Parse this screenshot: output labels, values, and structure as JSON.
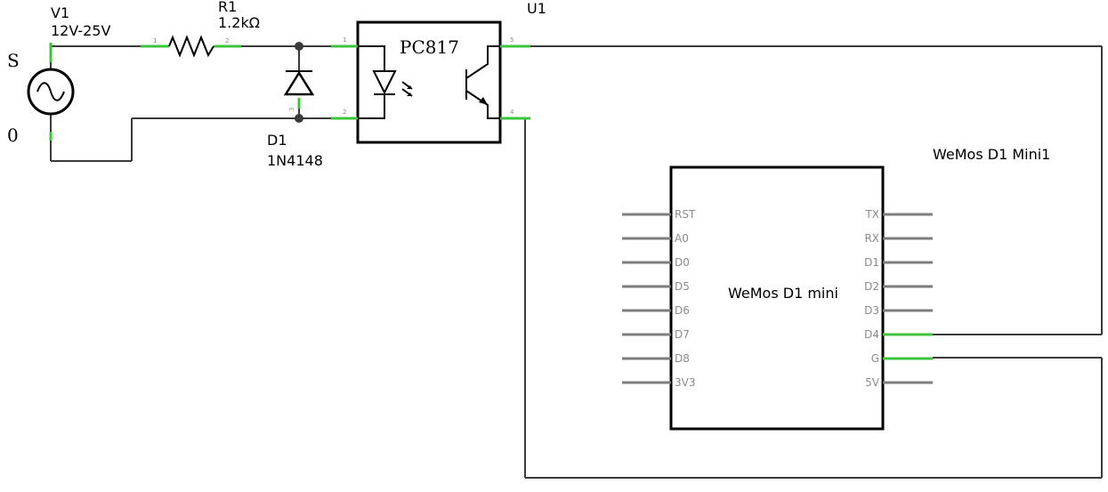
{
  "source": {
    "name": "V1",
    "value": "12V-25V",
    "terminal_top": "S",
    "terminal_bottom": "0"
  },
  "resistor": {
    "name": "R1",
    "value": "1.2kΩ",
    "pin_left": "1",
    "pin_right": "2"
  },
  "diode": {
    "name": "D1",
    "part": "1N4148",
    "pin": "3"
  },
  "optocoupler": {
    "name": "U1",
    "part": "PC817",
    "pins": [
      "1",
      "2",
      "5",
      "4"
    ]
  },
  "board": {
    "name": "WeMos D1 Mini1",
    "label": "WeMos D1 mini",
    "left_pins": [
      "RST",
      "A0",
      "D0",
      "D5",
      "D6",
      "D7",
      "D8",
      "3V3"
    ],
    "right_pins": [
      "TX",
      "RX",
      "D1",
      "D2",
      "D3",
      "D4",
      "G",
      "5V"
    ],
    "connected_pins": [
      "D4",
      "G"
    ]
  }
}
